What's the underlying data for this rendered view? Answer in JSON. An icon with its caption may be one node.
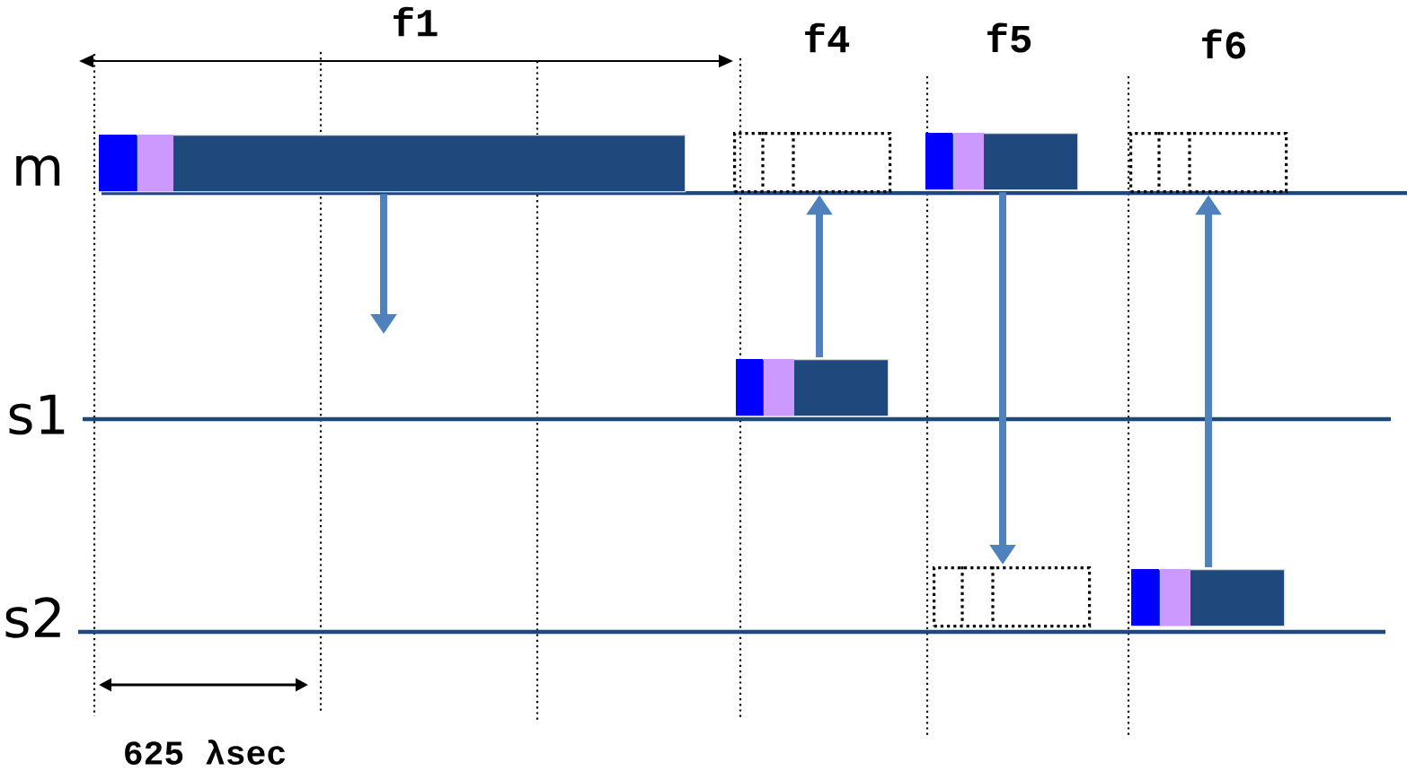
{
  "diagram": {
    "nodes": [
      {
        "text": [],
        "shape": "bar"
      },
      {
        "text": [],
        "shape": "box"
      },
      {
        "text": [],
        "shape": "bar"
      },
      {
        "text": [],
        "shape": "box"
      },
      {
        "text": [],
        "shape": "bar"
      },
      {
        "text": [],
        "shape": "box"
      },
      {
        "text": [],
        "shape": "bar"
      }
    ],
    "edges": [
      {
        "from": 0,
        "to": null,
        "arrow": "to"
      },
      {
        "from": 4,
        "to": 1,
        "arrow": "to"
      },
      {
        "from": 2,
        "to": 5,
        "arrow": "to"
      },
      {
        "from": 6,
        "to": 3,
        "arrow": "to"
      }
    ],
    "labels": [
      "f1",
      "f4",
      "f5",
      "f6",
      "m",
      "s1",
      "s2",
      "625 λsec"
    ]
  }
}
